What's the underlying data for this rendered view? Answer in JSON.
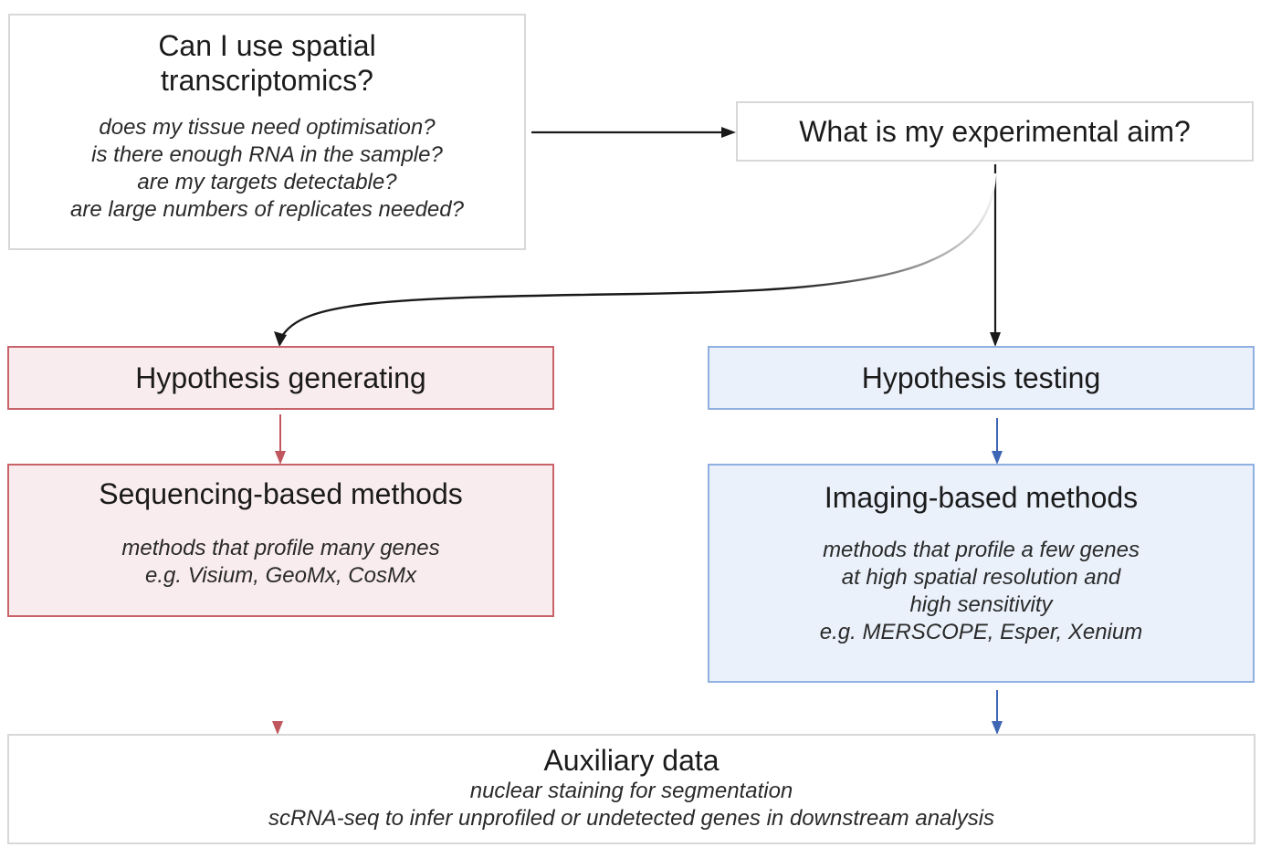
{
  "question": {
    "title_lines": [
      "Can I use spatial",
      "transcriptomics?"
    ],
    "sub_lines": [
      "does my tissue need optimisation?",
      "is there enough RNA in the sample?",
      "are my targets detectable?",
      "are large numbers of replicates needed?"
    ]
  },
  "aim": {
    "title": "What is my experimental aim?"
  },
  "hypothesis_generating": {
    "title": "Hypothesis generating"
  },
  "hypothesis_testing": {
    "title": "Hypothesis testing"
  },
  "sequencing": {
    "title": "Sequencing-based methods",
    "sub_lines": [
      "methods that profile many genes",
      "e.g. Visium, GeoMx, CosMx"
    ]
  },
  "imaging": {
    "title": "Imaging-based methods",
    "sub_lines": [
      "methods that profile a few genes",
      "at high spatial resolution and",
      "high sensitivity",
      "e.g. MERSCOPE, Esper, Xenium"
    ]
  },
  "auxiliary": {
    "title": "Auxiliary data",
    "sub_lines": [
      "nuclear staining for segmentation",
      "scRNA-seq to infer unprofiled or undetected genes in downstream analysis"
    ]
  },
  "colors": {
    "red_fill": "#f9ecee",
    "red_border": "#c9636a",
    "blue_fill": "#eaf1fb",
    "blue_border": "#8fb0e0",
    "red_arrow": "#c0575e",
    "blue_arrow": "#3f66b4",
    "black_arrow": "#1a1a1a"
  }
}
